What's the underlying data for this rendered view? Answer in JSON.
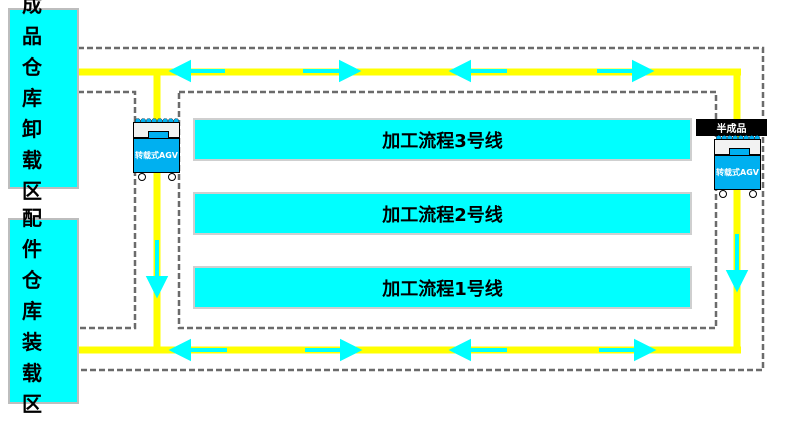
{
  "zones": {
    "finished_unload": [
      "成品",
      "仓库",
      "卸载",
      "区"
    ],
    "parts_load": [
      "配件",
      "仓库",
      "装载",
      "区"
    ]
  },
  "lines": {
    "line3": "加工流程3号线",
    "line2": "加工流程2号线",
    "line1": "加工流程1号线"
  },
  "agv_label": "转载式AGV",
  "semi_finished_label": "半成品",
  "colors": {
    "track": "#ffff00",
    "arrow": "#00ffff",
    "zone": "#00ffff",
    "agv": "#00b0f0",
    "dashed": "#666666"
  }
}
